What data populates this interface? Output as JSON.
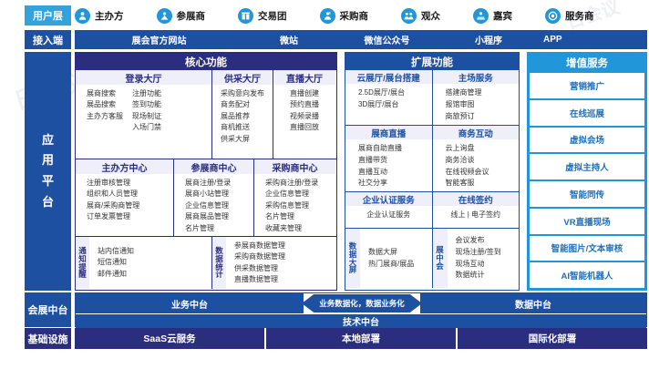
{
  "layers": {
    "user": "用户层",
    "access": "接入端",
    "application": "应用平台",
    "middle": "会展中台",
    "infrastructure": "基础设施"
  },
  "user_layer": {
    "roles": [
      {
        "label": "主办方",
        "icon": "organizer-person-icon"
      },
      {
        "label": "参展商",
        "icon": "exhibitor-person-icon"
      },
      {
        "label": "交易团",
        "icon": "trade-group-icon"
      },
      {
        "label": "采购商",
        "icon": "buyer-person-icon"
      },
      {
        "label": "观众",
        "icon": "audience-group-icon"
      },
      {
        "label": "嘉宾",
        "icon": "guest-person-icon"
      },
      {
        "label": "服务商",
        "icon": "service-provider-icon"
      }
    ]
  },
  "access_layer": {
    "items": [
      "展会官方网站",
      "微站",
      "微信公众号",
      "小程序",
      "APP"
    ]
  },
  "core": {
    "title": "核心功能",
    "row1": [
      {
        "title": "登录大厅",
        "cols": [
          [
            "展商搜索",
            "展品搜索",
            "主办方客服"
          ],
          [
            "注册功能",
            "签到功能",
            "现场制证",
            "入场门禁"
          ]
        ]
      },
      {
        "title": "供采大厅",
        "cols": [
          [
            "采购意向发布",
            "商务配对",
            "展品推荐",
            "商机推送",
            "供采大屏"
          ]
        ]
      },
      {
        "title": "直播大厅",
        "cols": [
          [
            "直播创建",
            "预约直播",
            "视频录播",
            "直播回放"
          ]
        ]
      }
    ],
    "row2": [
      {
        "title": "主办方中心",
        "items": [
          "注册审核管理",
          "组织和人员管理",
          "展商/采购商管理",
          "订单发票管理"
        ]
      },
      {
        "title": "参展商中心",
        "items": [
          "展商注册/登录",
          "展商小站管理",
          "企业信息管理",
          "展商展品管理",
          "名片管理"
        ]
      },
      {
        "title": "采购商中心",
        "items": [
          "采购商注册/登录",
          "企业信息管理",
          "采购信息管理",
          "名片管理",
          "收藏夹管理"
        ]
      }
    ],
    "row3": [
      {
        "title": "通知提醒",
        "items": [
          "站内信通知",
          "短信通知",
          "邮件通知"
        ]
      },
      {
        "title": "数据统计",
        "items": [
          "参展商数据管理",
          "采购商数据管理",
          "供采数据管理",
          "直播数据管理"
        ]
      }
    ]
  },
  "extended": {
    "title": "扩展功能",
    "row1": [
      {
        "title": "云展厅/展台搭建",
        "items": [
          "2.5D展厅/展台",
          "3D展厅/展台"
        ]
      },
      {
        "title": "主场服务",
        "items": [
          "搭建商管理",
          "报馆审图",
          "商旅预订"
        ]
      }
    ],
    "row2": [
      {
        "title": "展商直播",
        "items": [
          "展商自助直播",
          "直播带货",
          "直播互动",
          "社交分享"
        ]
      },
      {
        "title": "商务互动",
        "items": [
          "云上询盘",
          "商务洽谈",
          "在线视频会议",
          "智能客服"
        ]
      }
    ],
    "row3": [
      {
        "title": "企业认证服务",
        "items": [
          "企业认证服务"
        ]
      },
      {
        "title": "在线签约",
        "items": [
          "线上 | 电子签约"
        ]
      }
    ],
    "row4": [
      {
        "title": "数据大屏",
        "items": [
          "数据大屏",
          "热门展商/展品"
        ]
      },
      {
        "title": "展中会",
        "items": [
          "会议发布",
          "现场注册/签到",
          "现场互动",
          "数据统计"
        ]
      }
    ]
  },
  "value_added": {
    "title": "增值服务",
    "items": [
      "营销推广",
      "在线巡展",
      "虚拟会场",
      "虚拟主持人",
      "智能同传",
      "VR直播现场",
      "智能图片/文本审核",
      "AI智能机器人"
    ]
  },
  "middle_platform": {
    "business": "业务中台",
    "arrow": "业务数据化，数据业务化",
    "data": "数据中台",
    "tech": "技术中台"
  },
  "infrastructure": {
    "items": [
      "SaaS云服务",
      "本地部署",
      "国际化部署"
    ]
  },
  "watermark": "日会议",
  "colors": {
    "user_blue": "#34A3DC",
    "access_blue": "#1E50A2",
    "core_navy": "#2B2E7F",
    "vas_blue": "#2196D8",
    "infra_navy": "#2B2E7F"
  }
}
